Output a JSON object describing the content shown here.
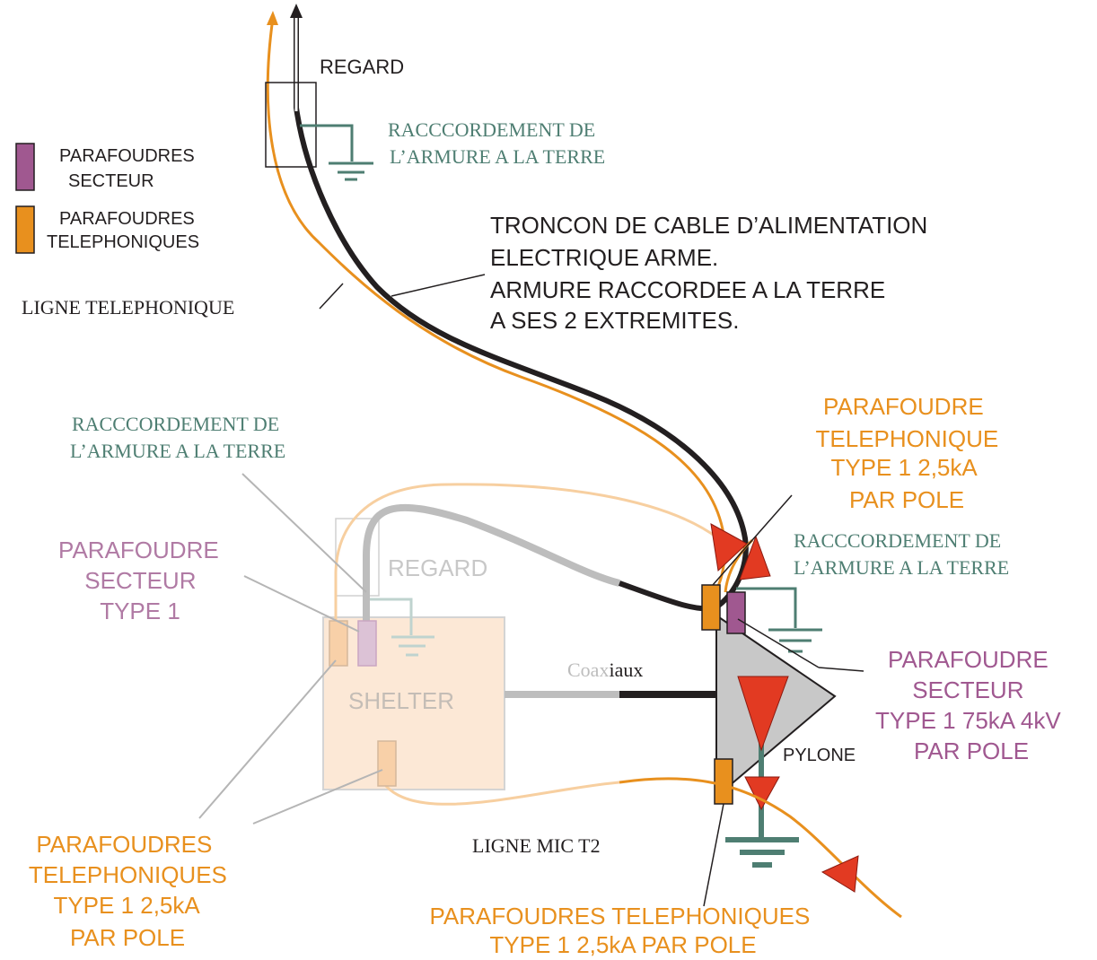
{
  "colors": {
    "orange": "#E8901E",
    "purple": "#A05890",
    "teal": "#4E7E72",
    "black": "#231F20",
    "red": "#E23A22",
    "grey": "#BDBDBD",
    "shelter_fill": "#FCE8D6"
  },
  "legend": {
    "secteur_label": [
      "PARAFOUDRES",
      "SECTEUR"
    ],
    "telephoniques_label": [
      "PARAFOUDRES",
      "TELEPHONIQUES"
    ]
  },
  "labels": {
    "regard_top": "REGARD",
    "raccordement_top": [
      "RACCCORDEMENT DE",
      "L’ARMURE A LA TERRE"
    ],
    "troncon": [
      "TRONCON DE CABLE D’ALIMENTATION",
      "ELECTRIQUE ARME.",
      "ARMURE RACCORDEE A LA TERRE",
      "A SES 2 EXTREMITES."
    ],
    "ligne_telephonique": "LIGNE TELEPHONIQUE",
    "raccordement_left": [
      "RACCCORDEMENT DE",
      "L’ARMURE A LA TERRE"
    ],
    "parafoudre_tel_right": [
      "PARAFOUDRE",
      "TELEPHONIQUE",
      "TYPE 1    2,5kA",
      "PAR POLE"
    ],
    "raccordement_right": [
      "RACCCORDEMENT DE",
      "L’ARMURE A LA TERRE"
    ],
    "parafoudre_secteur_left": [
      "PARAFOUDRE",
      "SECTEUR",
      "TYPE 1"
    ],
    "regard_faded": "REGARD",
    "shelter": "SHELTER",
    "coaxiaux_faded": "Coax",
    "coaxiaux_dark": "iaux",
    "parafoudre_secteur_right": [
      "PARAFOUDRE",
      "SECTEUR",
      "TYPE 1  75kA   4kV",
      "PAR POLE"
    ],
    "pylone": "PYLONE",
    "parafoudres_tel_left": [
      "PARAFOUDRES",
      "TELEPHONIQUES",
      "TYPE 1    2,5kA",
      "PAR POLE"
    ],
    "ligne_mic": "LIGNE MIC T2",
    "parafoudres_tel_bottom": [
      "PARAFOUDRES TELEPHONIQUES",
      "TYPE 1    2,5kA   PAR POLE"
    ]
  }
}
